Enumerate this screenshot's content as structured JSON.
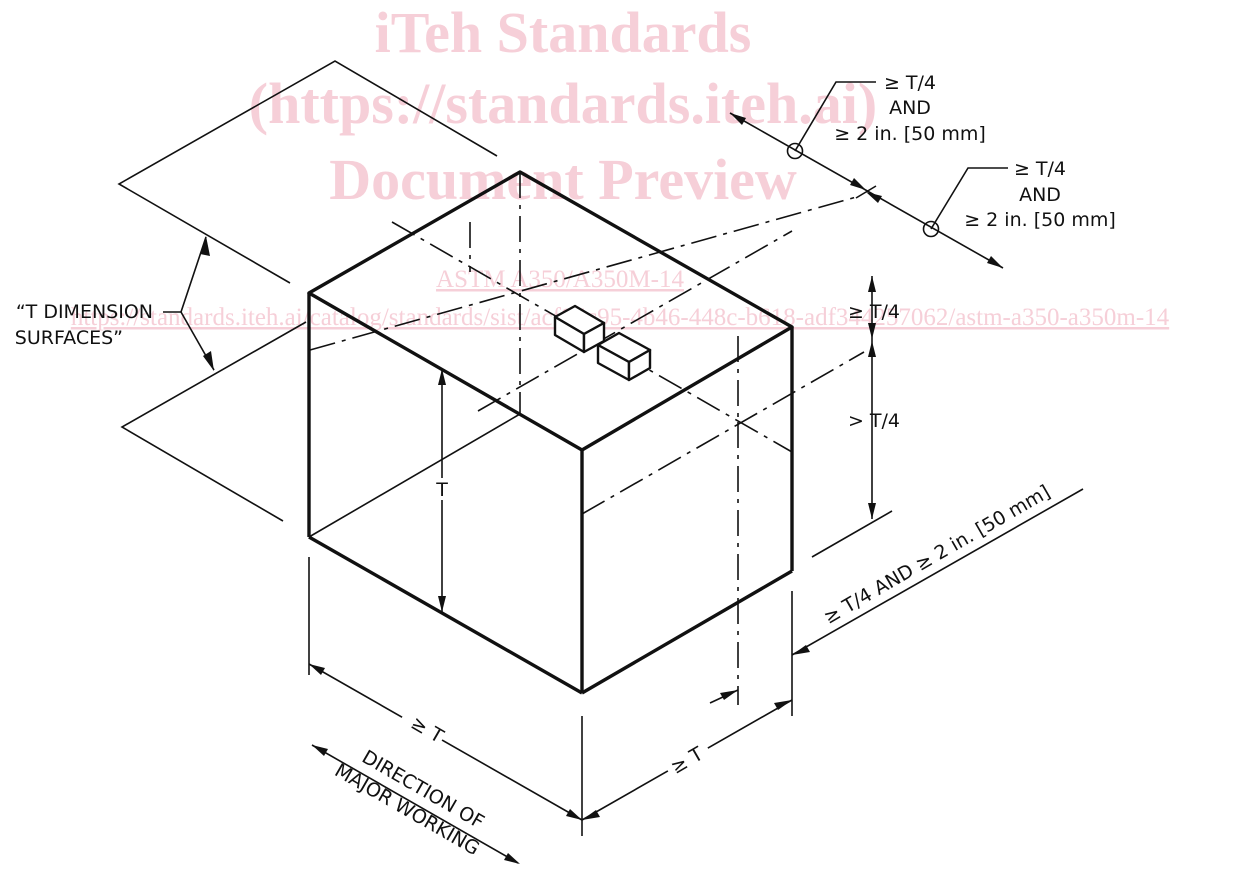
{
  "watermark": {
    "line1": "iTeh Standards",
    "line2": "(https://standards.iteh.ai)",
    "line3": "Document Preview",
    "doc_code": "ASTM A350/A350M-14",
    "url": "https://standards.iteh.ai/catalog/standards/sist/acf85c95-4b46-448c-b618-adf344257062/astm-a350-a350m-14"
  },
  "labels": {
    "t_dimension_line1": "“T DIMENSION",
    "t_dimension_line2": "SURFACES”",
    "top_callout_1": "≥ T/4",
    "top_callout_2": "AND",
    "top_callout_3": "≥ 2 in. [50 mm]",
    "mid_callout_1": "≥ T/4",
    "mid_callout_2": "AND",
    "mid_callout_3": "≥ 2 in. [50 mm]",
    "depth_upper": "≥ T/4",
    "depth_lower": "> T/4",
    "thickness": "T",
    "right_edge": "≥ T/4 AND ≥ 2 in. [50 mm]",
    "length_left": "≥ T",
    "length_right": "≥ T",
    "direction_line1": "DIRECTION OF",
    "direction_line2": "MAJOR WORKING"
  }
}
